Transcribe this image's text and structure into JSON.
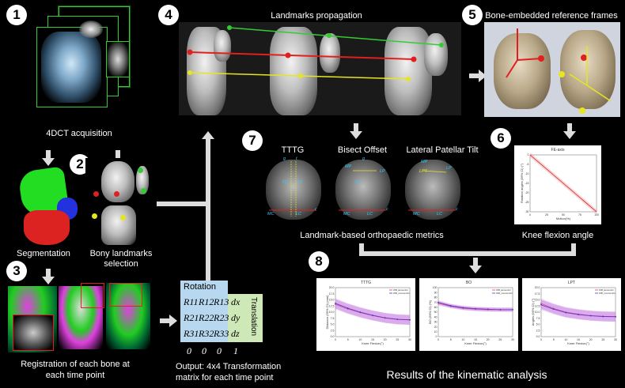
{
  "badges": {
    "b1": "1",
    "b2": "2",
    "b3": "3",
    "b4": "4",
    "b5": "5",
    "b6": "6",
    "b7": "7",
    "b8": "8"
  },
  "labels": {
    "acq": "4DCT acquisition",
    "seg": "Segmentation",
    "bony1": "Bony landmarks",
    "bony2": "selection",
    "reg1": "Registration of each bone at",
    "reg2": "each time point",
    "out1": "Output: 4x4 Transformation",
    "out2": "matrix for each time point",
    "propagation": "Landmarks propagation",
    "frames": "Bone-embedded reference frames",
    "ttg": "TTTG",
    "bisect": "Bisect Offset",
    "lpt": "Lateral Patellar Tilt",
    "metrics": "Landmark-based orthopaedic metrics",
    "knee": "Knee flexion angle",
    "results": "Results of the kinematic analysis"
  },
  "matrix": {
    "rotation": "Rotation",
    "translation": "Translation",
    "r1": [
      "R11",
      "R12",
      "R13",
      "dx"
    ],
    "r2": [
      "R21",
      "R22",
      "R23",
      "dy"
    ],
    "r3": [
      "R31",
      "R32",
      "R33",
      "dz"
    ],
    "r4": [
      "0",
      "0",
      "0",
      "1"
    ]
  },
  "metric_tags": {
    "g": "g",
    "t": "t",
    "tg": "TG",
    "tt": "TT",
    "mc": "MC",
    "lc": "LC",
    "c": "c",
    "mp": "MP",
    "lp": "LP",
    "lpt": "LPT"
  },
  "colors": {
    "green": "#33cc33",
    "red": "#e02020",
    "yellow": "#e6e620",
    "blue": "#3344dd",
    "magenta": "#e040e0",
    "rotation_bg": "#b8d8f0",
    "translation_bg": "#cfe8b8"
  },
  "chart_data": [
    {
      "type": "line",
      "title": "FE-axis",
      "xlabel": "Motion(%)",
      "ylabel": "Rotation angles (95% CI) (°)",
      "x": [
        0,
        25,
        50,
        75,
        100
      ],
      "series": [
        {
          "values": [
            0,
            -7.5,
            -15,
            -22.5,
            -30
          ]
        }
      ],
      "xticks": [
        "0",
        "25",
        "50",
        "75",
        "100"
      ],
      "yticks": [
        "0",
        "-5",
        "-10",
        "-15",
        "-20",
        "-25",
        "-30"
      ],
      "xlim": [
        0,
        100
      ],
      "ylim": [
        -30,
        0
      ]
    },
    {
      "type": "line",
      "title": "TTTG",
      "xlabel": "Knee Flexion(°)",
      "ylabel": "Distance (95% CI) (mm)",
      "x": [
        0,
        5,
        10,
        15,
        20,
        25,
        30
      ],
      "series": [
        {
          "name": "WB_Eccentric",
          "values": [
            13.2,
            11.3,
            9.8,
            8.6,
            7.6,
            7.0,
            6.8
          ]
        },
        {
          "name": "WB_Concentric",
          "values": [
            13.6,
            11.6,
            10.0,
            8.7,
            7.7,
            7.1,
            6.9
          ]
        }
      ],
      "xticks": [
        "0",
        "5",
        "10",
        "15",
        "20",
        "25",
        "30"
      ],
      "yticks": [
        "0.0",
        "2.5",
        "5.0",
        "7.5",
        "10.0",
        "12.5",
        "15.0",
        "17.5",
        "20.0"
      ],
      "xlim": [
        0,
        30
      ],
      "ylim": [
        0,
        20
      ]
    },
    {
      "type": "line",
      "title": "BO",
      "xlabel": "Knee Flexion(°)",
      "ylabel": "BO (95% CI) (%)",
      "x": [
        0,
        5,
        10,
        15,
        20,
        25,
        30
      ],
      "series": [
        {
          "name": "WB_Eccentric",
          "values": [
            68,
            62,
            58,
            56,
            55,
            55,
            55
          ]
        },
        {
          "name": "WB_Concentric",
          "values": [
            70,
            63,
            59,
            57,
            56,
            55,
            55
          ]
        }
      ],
      "xticks": [
        "0",
        "5",
        "10",
        "15",
        "20",
        "25",
        "30"
      ],
      "yticks": [
        "0",
        "10",
        "20",
        "30",
        "40",
        "50",
        "60",
        "70",
        "80",
        "90",
        "100"
      ],
      "xlim": [
        0,
        30
      ],
      "ylim": [
        0,
        100
      ]
    },
    {
      "type": "line",
      "title": "LPT",
      "xlabel": "Knee Flexion(°)",
      "ylabel": "Angles (95% CI) (°)",
      "x": [
        0,
        5,
        10,
        15,
        20,
        25,
        30
      ],
      "series": [
        {
          "name": "WB_Eccentric",
          "values": [
            13.5,
            11.5,
            10.0,
            9.2,
            8.6,
            8.3,
            8.2
          ]
        },
        {
          "name": "WB_Concentric",
          "values": [
            13.0,
            11.2,
            9.8,
            9.0,
            8.5,
            8.2,
            8.1
          ]
        }
      ],
      "xticks": [
        "0",
        "5",
        "10",
        "15",
        "20",
        "25",
        "30"
      ],
      "yticks": [
        "0.0",
        "2.5",
        "5.0",
        "7.5",
        "10.0",
        "12.5",
        "15.0",
        "17.5",
        "20.0"
      ],
      "xlim": [
        0,
        30
      ],
      "ylim": [
        0,
        20
      ]
    }
  ]
}
